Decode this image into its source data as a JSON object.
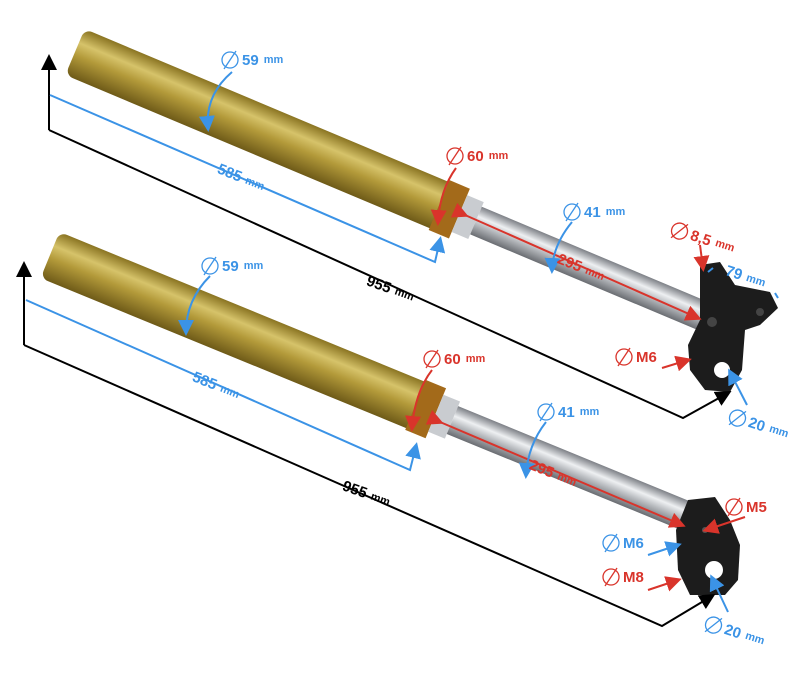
{
  "colors": {
    "blue": "#3b93e6",
    "red": "#d9342b",
    "black": "#000000",
    "gold": "#b39a3a",
    "silver": "#b9bcc0",
    "bracket": "#1c1c1c"
  },
  "fork_top": {
    "outer_diameter": {
      "value": "59",
      "unit": "mm"
    },
    "outer_length": {
      "value": "585",
      "unit": "mm"
    },
    "seal_diameter": {
      "value": "60",
      "unit": "mm"
    },
    "inner_diameter": {
      "value": "41",
      "unit": "mm"
    },
    "inner_length": {
      "value": "295",
      "unit": "mm"
    },
    "hole_diameter": {
      "value": "8,5",
      "unit": "mm"
    },
    "mount_spacing": {
      "value": "79",
      "unit": "mm"
    },
    "total_length": {
      "value": "955",
      "unit": "mm"
    },
    "bolt": {
      "value": "M6"
    },
    "axle_diameter": {
      "value": "20",
      "unit": "mm"
    }
  },
  "fork_bottom": {
    "outer_diameter": {
      "value": "59",
      "unit": "mm"
    },
    "outer_length": {
      "value": "585",
      "unit": "mm"
    },
    "seal_diameter": {
      "value": "60",
      "unit": "mm"
    },
    "inner_diameter": {
      "value": "41",
      "unit": "mm"
    },
    "inner_length": {
      "value": "295",
      "unit": "mm"
    },
    "total_length": {
      "value": "955",
      "unit": "mm"
    },
    "bolt_m5": {
      "value": "M5"
    },
    "bolt_m6": {
      "value": "M6"
    },
    "bolt_m8": {
      "value": "M8"
    },
    "axle_diameter": {
      "value": "20",
      "unit": "mm"
    }
  }
}
